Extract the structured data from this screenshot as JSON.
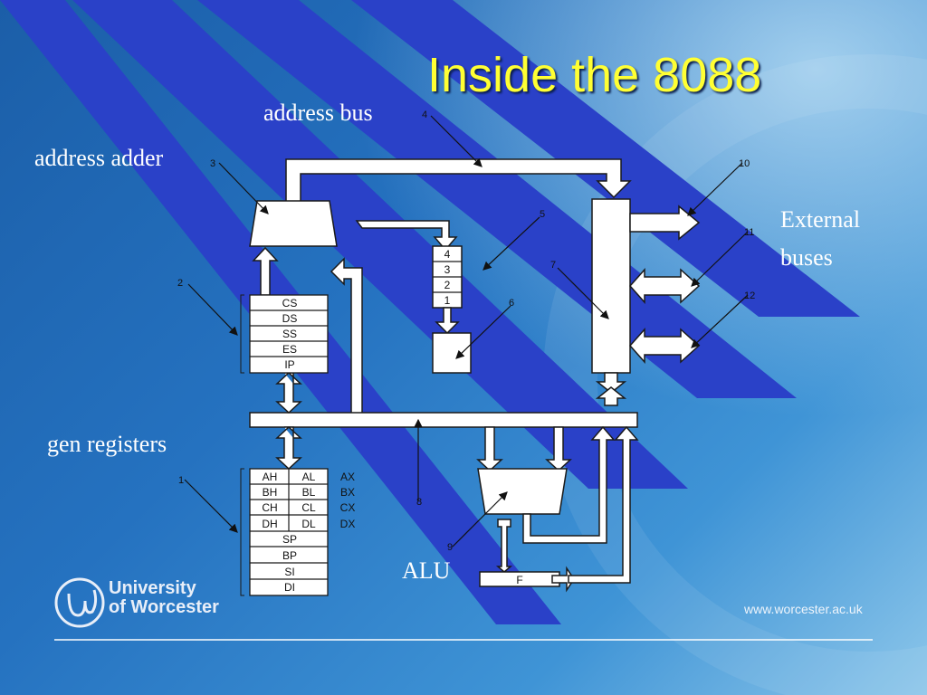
{
  "slide": {
    "title": "Inside the 8088",
    "labels": {
      "address_bus": "address bus",
      "address_adder": "address adder",
      "external_buses_line1": "External",
      "external_buses_line2": "buses",
      "gen_registers": "gen registers",
      "alu": "ALU"
    },
    "callout_numbers": [
      "1",
      "2",
      "3",
      "4",
      "5",
      "6",
      "7",
      "8",
      "9",
      "10",
      "11",
      "12"
    ],
    "segment_registers": [
      "CS",
      "DS",
      "SS",
      "ES",
      "IP"
    ],
    "queue_bytes": [
      "4",
      "3",
      "2",
      "1"
    ],
    "general_registers": [
      {
        "high": "AH",
        "low": "AL",
        "pair": "AX"
      },
      {
        "high": "BH",
        "low": "BL",
        "pair": "BX"
      },
      {
        "high": "CH",
        "low": "CL",
        "pair": "CX"
      },
      {
        "high": "DH",
        "low": "DL",
        "pair": "DX"
      }
    ],
    "pointer_registers": [
      "SP",
      "BP",
      "SI",
      "DI"
    ],
    "flags_label": "F",
    "logo_line1": "University",
    "logo_line2": "of Worcester",
    "website": "www.worcester.ac.uk"
  },
  "colors": {
    "title": "#ffff33",
    "stripe": "#2a41c8",
    "diagram_fill": "#ffffff",
    "diagram_stroke": "#1a1a1a",
    "text": "#ffffff"
  },
  "icons": [
    "university-logo-icon"
  ]
}
